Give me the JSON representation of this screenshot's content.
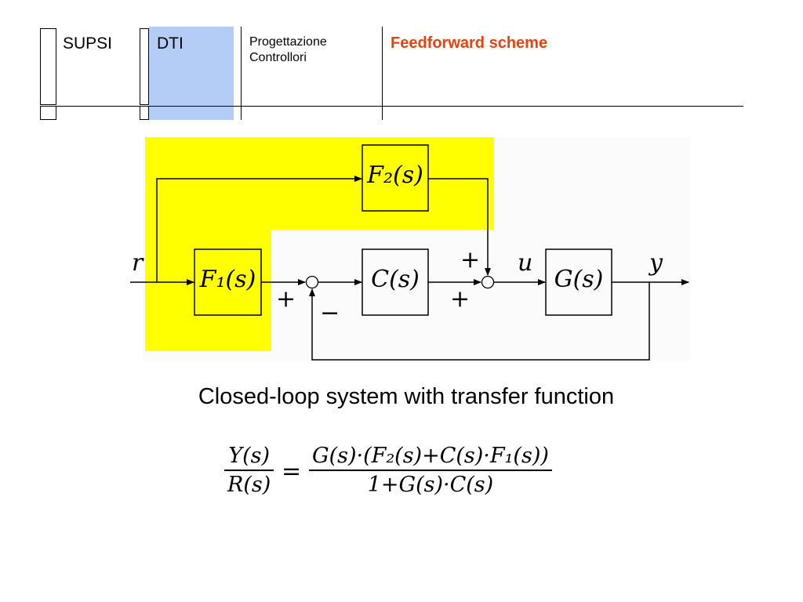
{
  "header": {
    "supsi_label": "SUPSI",
    "dti_label": "DTI",
    "course_line1": "Progettazione",
    "course_line2": "Controllori",
    "title": "Feedforward scheme",
    "title_color": "#e8420f",
    "dti_color": "#b4cdf6"
  },
  "diagram": {
    "highlight_color": "#ffff00",
    "blocks": {
      "f2": "F₂(s)",
      "f1": "F₁(s)",
      "c": "C(s)",
      "g": "G(s)"
    },
    "signals": {
      "r": "r",
      "u": "u",
      "y": "y"
    },
    "signs": {
      "sum1_ref": "+",
      "sum1_fb": "−",
      "sum2_top": "+",
      "sum2_left": "+"
    }
  },
  "caption": "Closed-loop system with transfer function",
  "equation": {
    "lhs_num": "Y(s)",
    "lhs_den": "R(s)",
    "equals": "=",
    "rhs_num": "G(s)·(F₂(s)+C(s)·F₁(s))",
    "rhs_den": "1+G(s)·C(s)"
  }
}
